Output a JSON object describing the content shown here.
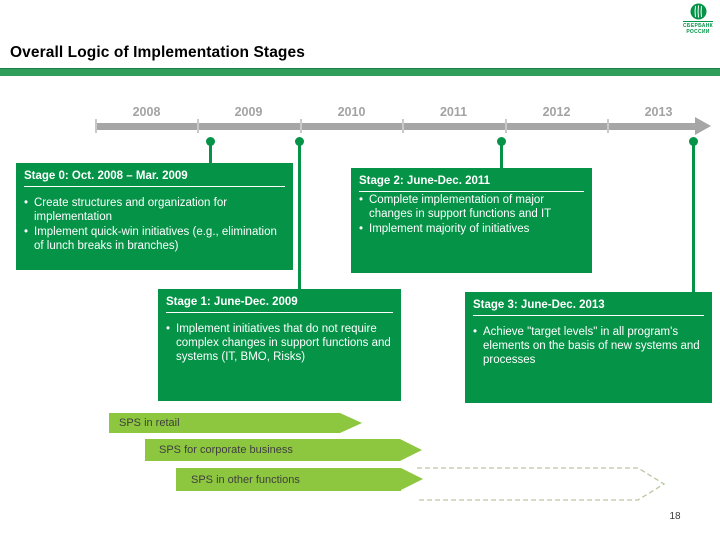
{
  "slide": {
    "title": "Overall Logic of Implementation Stages",
    "page_number": "18"
  },
  "logo": {
    "org_line1": "СБЕРБАНК",
    "org_line2": "РОССИИ"
  },
  "timeline": {
    "years": [
      "2008",
      "2009",
      "2010",
      "2011",
      "2012",
      "2013"
    ]
  },
  "stages": [
    {
      "title": "Stage 0: Oct. 2008 – Mar. 2009",
      "bullets": [
        "Create structures and organization for implementation",
        "Implement quick-win initiatives (e.g., elimination of lunch breaks in branches)"
      ]
    },
    {
      "title": "Stage 1: June-Dec. 2009",
      "bullets": [
        "Implement initiatives that do not require complex changes in support functions and systems (IT, BMO, Risks)"
      ]
    },
    {
      "title": "Stage 2: June-Dec. 2011",
      "bullets": [
        "Complete implementation of major changes in support functions and IT",
        "Implement majority of initiatives"
      ]
    },
    {
      "title": "Stage 3: June-Dec. 2013",
      "bullets": [
        "Achieve \"target levels\" in all program's elements on the basis of new systems and processes"
      ]
    }
  ],
  "sps_arrows": [
    {
      "label": "SPS in retail"
    },
    {
      "label": "SPS for corporate business"
    },
    {
      "label": "SPS in other functions"
    }
  ],
  "colors": {
    "stage_green": "#049347",
    "bar_green": "#2f9e5b",
    "light_green": "#8dc63f",
    "timeline_gray": "#a6a6a6",
    "tick_gray": "#c9c9c9",
    "year_gray": "#a3a3a3",
    "dashed_green": "#bac7a4",
    "label_dark": "#3f3f3f"
  }
}
